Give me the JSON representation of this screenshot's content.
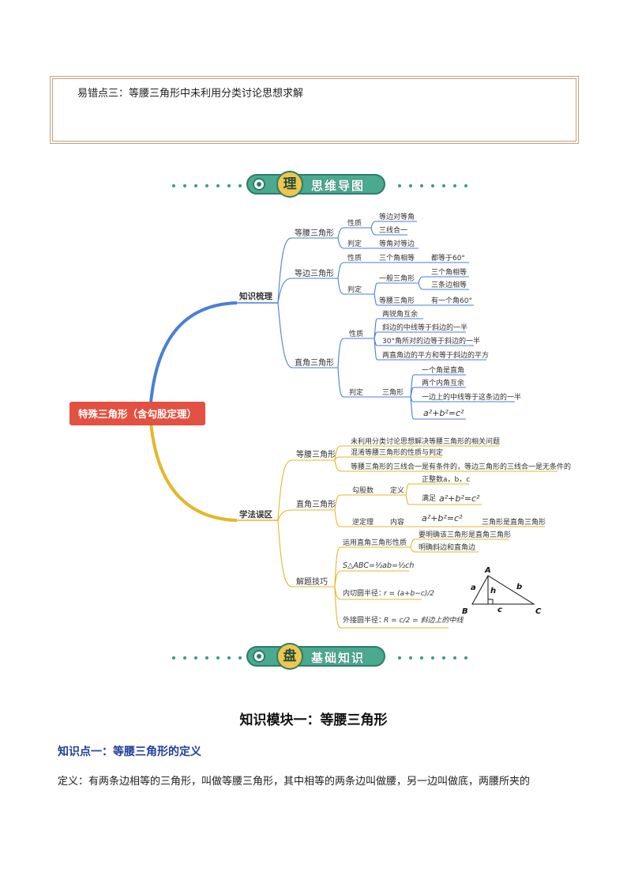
{
  "top_box": {
    "text": "易错点三：等腰三角形中未利用分类讨论思想求解"
  },
  "banners": [
    {
      "badge": "理",
      "title": "思维导图"
    },
    {
      "badge": "盘",
      "title": "基础知识"
    }
  ],
  "mindmap": {
    "root": "特殊三角形（含勾股定理）",
    "branches": [
      {
        "label": "知识梳理",
        "color": "#4a7fd4"
      },
      {
        "label": "学法误区",
        "color": "#e3b829"
      }
    ],
    "iso": {
      "label": "等腰三角形",
      "xingzhi": "性质",
      "ndb": "等边对等角",
      "sxhy": "三线合一",
      "panding": "判定",
      "djdb": "等角对等边"
    },
    "equi": {
      "label": "等边三角形",
      "xingzhi": "性质",
      "sgjxd": "三个角相等",
      "dy60": "都等于60°",
      "panding": "判定",
      "ybsjx": "一般三角形",
      "sgjxd2": "三个角相等",
      "stbxd": "三条边相等",
      "dysjx": "等腰三角形",
      "yygj60": "有一个角60°"
    },
    "right": {
      "label": "直角三角形",
      "xingzhi": "性质",
      "p1": "两锐角互余",
      "p2": "斜边的中线等于斜边的一半",
      "p3": "30°角所对的边等于斜边的一半",
      "p4": "两直角边的平方和等于斜边的平方",
      "panding": "判定",
      "sjx": "三角形",
      "j1": "一个角是直角",
      "j2": "两个内角互余",
      "j3": "一边上的中线等于这条边的一半",
      "formula": "a²+b²=c²"
    },
    "mis_iso": {
      "label": "等腰三角形",
      "m1": "未利用分类讨论思想解决等腰三角形的相关问题",
      "m2": "混淆等腰三角形的性质与判定",
      "m3": "等腰三角形的三线合一是有条件的，等边三角形的三线合一是无条件的"
    },
    "mis_right": {
      "label": "直角三角形",
      "ggs": "勾股数",
      "dingyi": "定义",
      "zzs": "正整数a，b，c",
      "manzu": "满足",
      "formula": "a²+b²=c²",
      "nidingli": "逆定理",
      "neirong": "内容",
      "formula2": "a²+b²=c²",
      "sjxszj": "三角形是直角三角形"
    },
    "tips": {
      "label": "解题技巧",
      "t1": "运用直角三角形性质",
      "t1a": "要明确该三角形是直角三角形",
      "t1b": "明确斜边和直角边",
      "area": "S△ABC=½ab=½ch",
      "inr_label": "内切圆半径：",
      "inr": "r = (a+b−c)/2",
      "outr_label": "外接圆半径：",
      "outr": "R = c/2 = 斜边上的中线"
    },
    "triangle": {
      "A": "A",
      "B": "B",
      "C": "C",
      "a": "a",
      "b": "b",
      "c": "c",
      "h": "h"
    }
  },
  "module_title": "知识模块一：等腰三角形",
  "kp_title": "知识点一：等腰三角形的定义",
  "definition": "定义：有两条边相等的三角形，叫做等腰三角形，其中相等的两条边叫做腰，另一边叫做底，两腰所夹的"
}
